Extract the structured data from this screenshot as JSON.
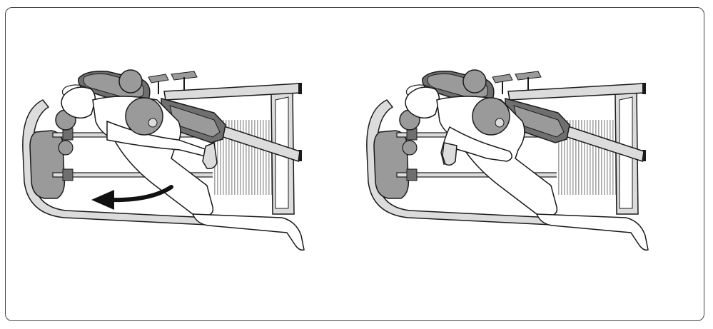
{
  "figure": {
    "panels": [
      {
        "id": "start-position",
        "has_motion_arrow": true,
        "handle": "lowered"
      },
      {
        "id": "end-position",
        "has_motion_arrow": false,
        "handle": "raised"
      }
    ],
    "arrow_direction": "left",
    "colors": {
      "outline": "#1a1a1a",
      "frame_light": "#dcdcdc",
      "pad_mid": "#9a9a9a",
      "pad_dark": "#6f6f6f",
      "weight_stack": "#a8a8a8",
      "arrow": "#111111",
      "border": "#444444"
    },
    "icons": [
      "curved-arrow-icon",
      "exercise-machine-icon",
      "person-figure-icon"
    ]
  }
}
